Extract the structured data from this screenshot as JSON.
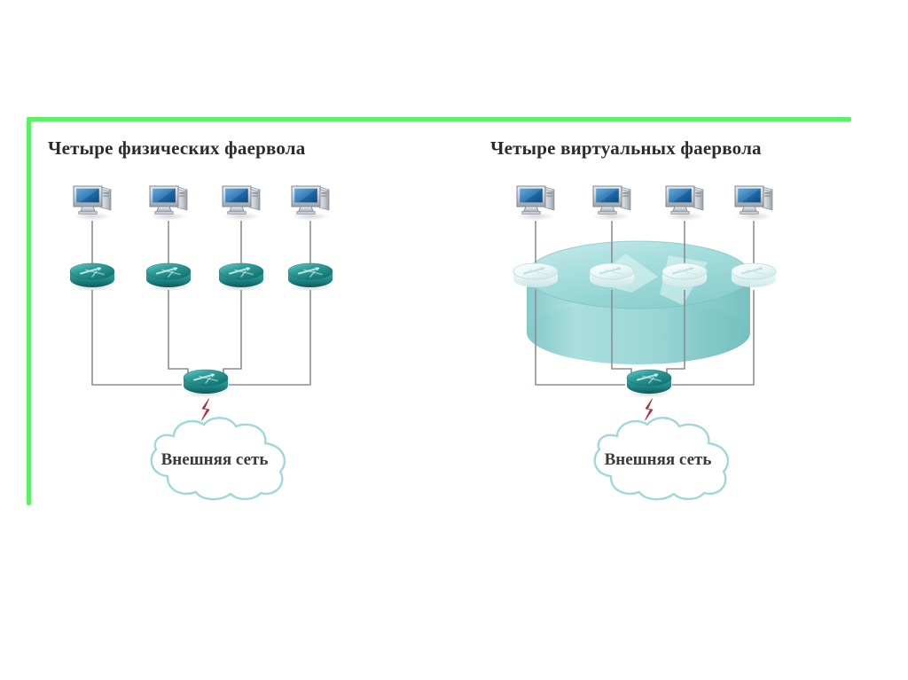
{
  "slide": {
    "background_color": "#ffffff",
    "accent_border_color": "#5cf066"
  },
  "panels": [
    {
      "id": "physical",
      "title": "Четыре физических фаервола",
      "firewall_style": "physical",
      "firewall_count": 4,
      "host_count": 4,
      "aggregation_router": "router",
      "wan_link_symbol": "lightning-bolt",
      "wan_link_color": "#d4334a",
      "cloud_label": "Внешняя сеть",
      "has_chassis": false
    },
    {
      "id": "virtual",
      "title": "Четыре виртуальных фаервола",
      "firewall_style": "virtual",
      "firewall_count": 4,
      "host_count": 4,
      "aggregation_router": "router",
      "wan_link_symbol": "lightning-bolt",
      "wan_link_color": "#d4334a",
      "cloud_label": "Внешняя сеть",
      "has_chassis": true,
      "chassis_description": "virtual-chassis-cylinder"
    }
  ],
  "palette": {
    "router_teal": "#2f9d9a",
    "router_teal_dark": "#16716f",
    "router_ghost": "#eef8f8",
    "chassis_fill": "#8ed4d4",
    "chassis_top": "#b6e4e4",
    "monitor_screen": "#2a6fa8",
    "monitor_bezel": "#b9bfc6",
    "link_line": "#8a8f96",
    "cloud_stroke": "#9fd8da",
    "text": "#2b2b2b"
  }
}
